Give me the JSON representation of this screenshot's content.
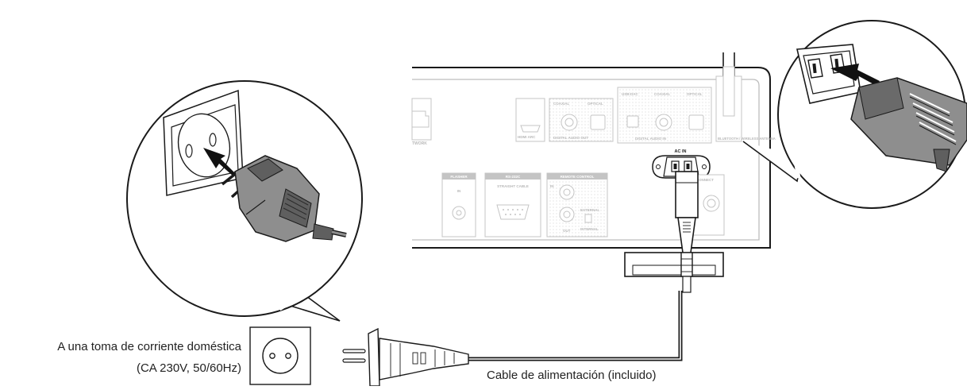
{
  "labels": {
    "outlet_line1": "A una toma de corriente doméstica",
    "outlet_line2": "(CA 230V, 50/60Hz)",
    "power_cable": "Cable de alimentación (incluido)"
  },
  "panel": {
    "network": "TWORK",
    "hdmi_arc": "HDMI ARC",
    "coaxial_out": "COAXIAL",
    "optical_out": "OPTICAL",
    "digital_audio_out": "DIGITAL AUDIO OUT",
    "usb_dac": "USB-DAC",
    "coaxial_in": "COAXIAL",
    "optical_in": "OPTICAL",
    "digital_audio_in": "DIGITAL AUDIO IN",
    "antenna": "BLUETOOTH / WIRELESS ANTENNA",
    "ac_in": "AC IN",
    "flasher": "FLASHER",
    "flasher_in": "IN",
    "rs232c": "RS-232C",
    "straight_cable": "STRAIGHT CABLE",
    "remote_control": "REMOTE CONTROL",
    "remote_in": "IN",
    "remote_out": "OUT",
    "external": "EXTERNAL",
    "internal": "INTERNAL",
    "connect": "ONNECT"
  },
  "colors": {
    "line": "#1a1a1a",
    "panel_text": "#b9b9b9",
    "plug_grey": "#8e8e8e",
    "plug_dark": "#5f5f5f",
    "arrow": "#111111"
  }
}
